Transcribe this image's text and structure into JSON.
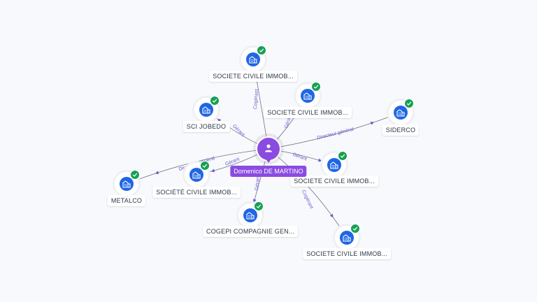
{
  "center": {
    "name": "Domenico DE MARTINO",
    "icon": "person-icon",
    "color": "#8b4be0"
  },
  "nodes": [
    {
      "id": "n1",
      "label": "SOCIETE CIVILE IMMOB...",
      "icon": "company-icon",
      "verified": true
    },
    {
      "id": "n2",
      "label": "SOCIETE CIVILE IMMOB...",
      "icon": "company-icon",
      "verified": true
    },
    {
      "id": "n3",
      "label": "SCI JOBEDO",
      "icon": "company-icon",
      "verified": true
    },
    {
      "id": "n4",
      "label": "SIDERCO",
      "icon": "company-icon",
      "verified": true
    },
    {
      "id": "n5",
      "label": "SOCIETE CIVILE IMMOB...",
      "icon": "company-icon",
      "verified": true
    },
    {
      "id": "n6",
      "label": "SOCIÉTÉ CIVILE IMMOB...",
      "icon": "company-icon",
      "verified": true
    },
    {
      "id": "n7",
      "label": "METALCO",
      "icon": "company-icon",
      "verified": true
    },
    {
      "id": "n8",
      "label": "COGEPI COMPAGNIE GEN...",
      "icon": "company-icon",
      "verified": true
    },
    {
      "id": "n9",
      "label": "SOCIETE CIVILE IMMOB...",
      "icon": "company-icon",
      "verified": true
    }
  ],
  "edges": [
    {
      "to": "n1",
      "label": "Cogérant"
    },
    {
      "to": "n2",
      "label": "Gérant"
    },
    {
      "to": "n3",
      "label": "Gérant"
    },
    {
      "to": "n4",
      "label": "Directeur général"
    },
    {
      "to": "n5",
      "label": "Gérant"
    },
    {
      "to": "n6",
      "label": "Gérant"
    },
    {
      "to": "n7",
      "label": "Directeur général"
    },
    {
      "to": "n8",
      "label": "Gérant"
    },
    {
      "to": "n9",
      "label": "Cogérant"
    }
  ],
  "colors": {
    "company": "#1f66e5",
    "verified": "#18a055",
    "relation": "#6d5bd0"
  }
}
